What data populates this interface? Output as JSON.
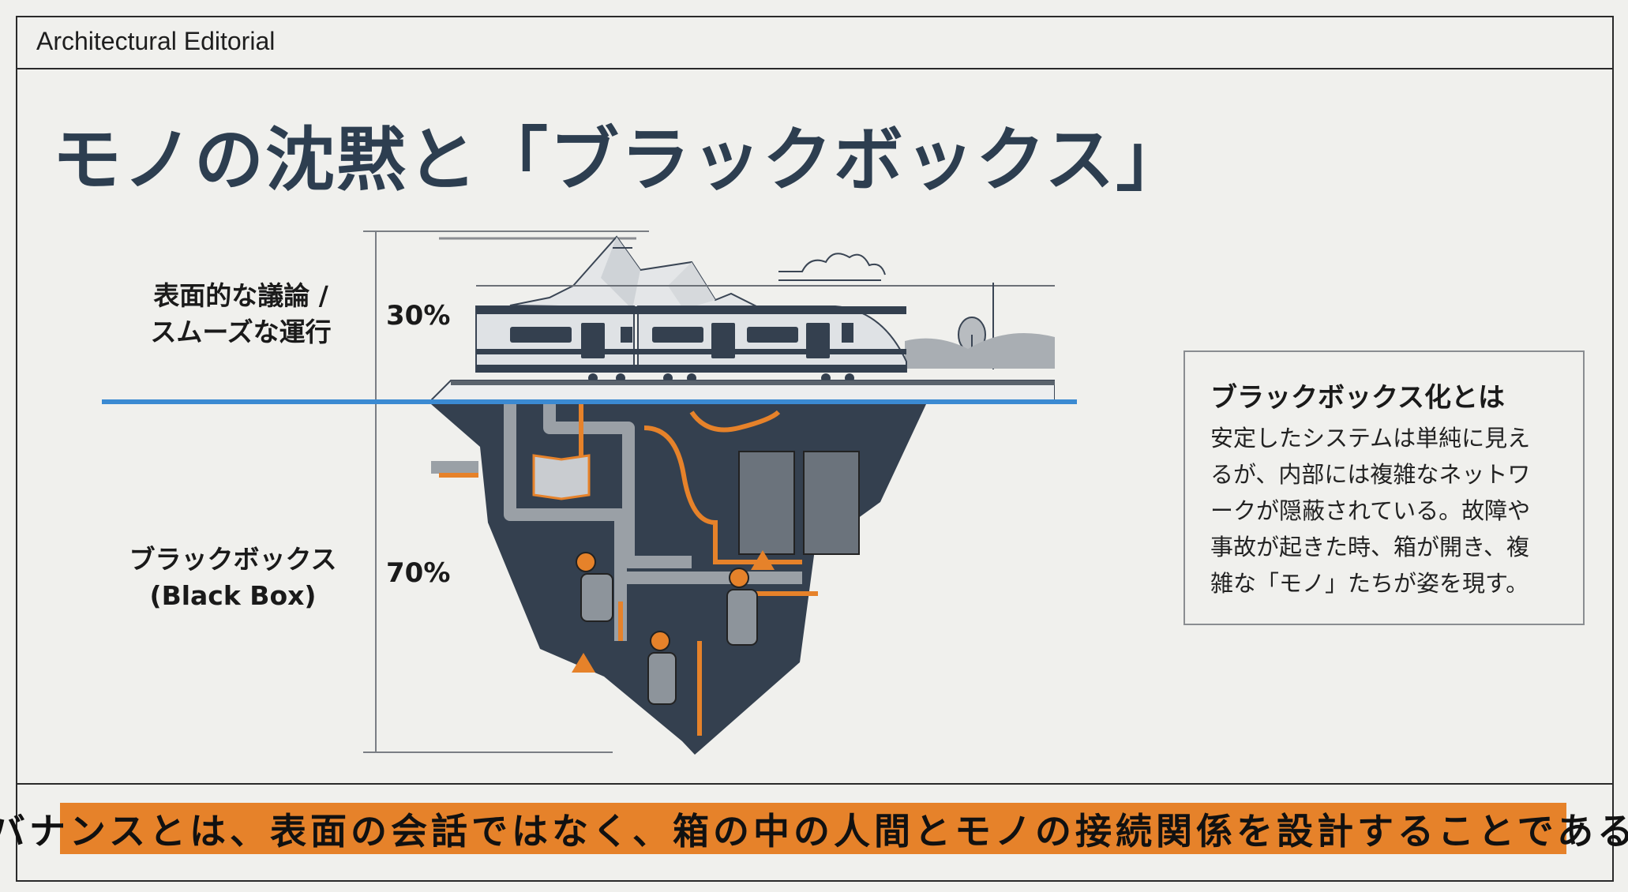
{
  "header": {
    "brand": "Architectural Editorial"
  },
  "title": "モノの沈黙と「ブラックボックス」",
  "diagram": {
    "surface_label_line1": "表面的な議論 /",
    "surface_label_line2": "スムーズな運行",
    "surface_percent": "30%",
    "hidden_label_line1": "ブラックボックス",
    "hidden_label_line2": "(Black Box)",
    "hidden_percent": "70%",
    "surface_share": 30,
    "hidden_share": 70,
    "colors": {
      "waterline": "#3b8ad2",
      "underwater": "#34404f",
      "accent": "#e6822a",
      "pipe": "#9aa0a6"
    }
  },
  "sidebox": {
    "title": "ブラックボックス化とは",
    "lines": [
      "安定したシステムは単純に見え",
      "るが、内部には複雑なネットワ",
      "ークが隠蔽されている。故障や",
      "事故が起きた時、箱が開き、複",
      "雑な「モノ」たちが姿を現す。"
    ]
  },
  "footer": {
    "banner": "ガバナンスとは、表面の会話ではなく、箱の中の人間とモノの接続関係を設計することである。"
  }
}
